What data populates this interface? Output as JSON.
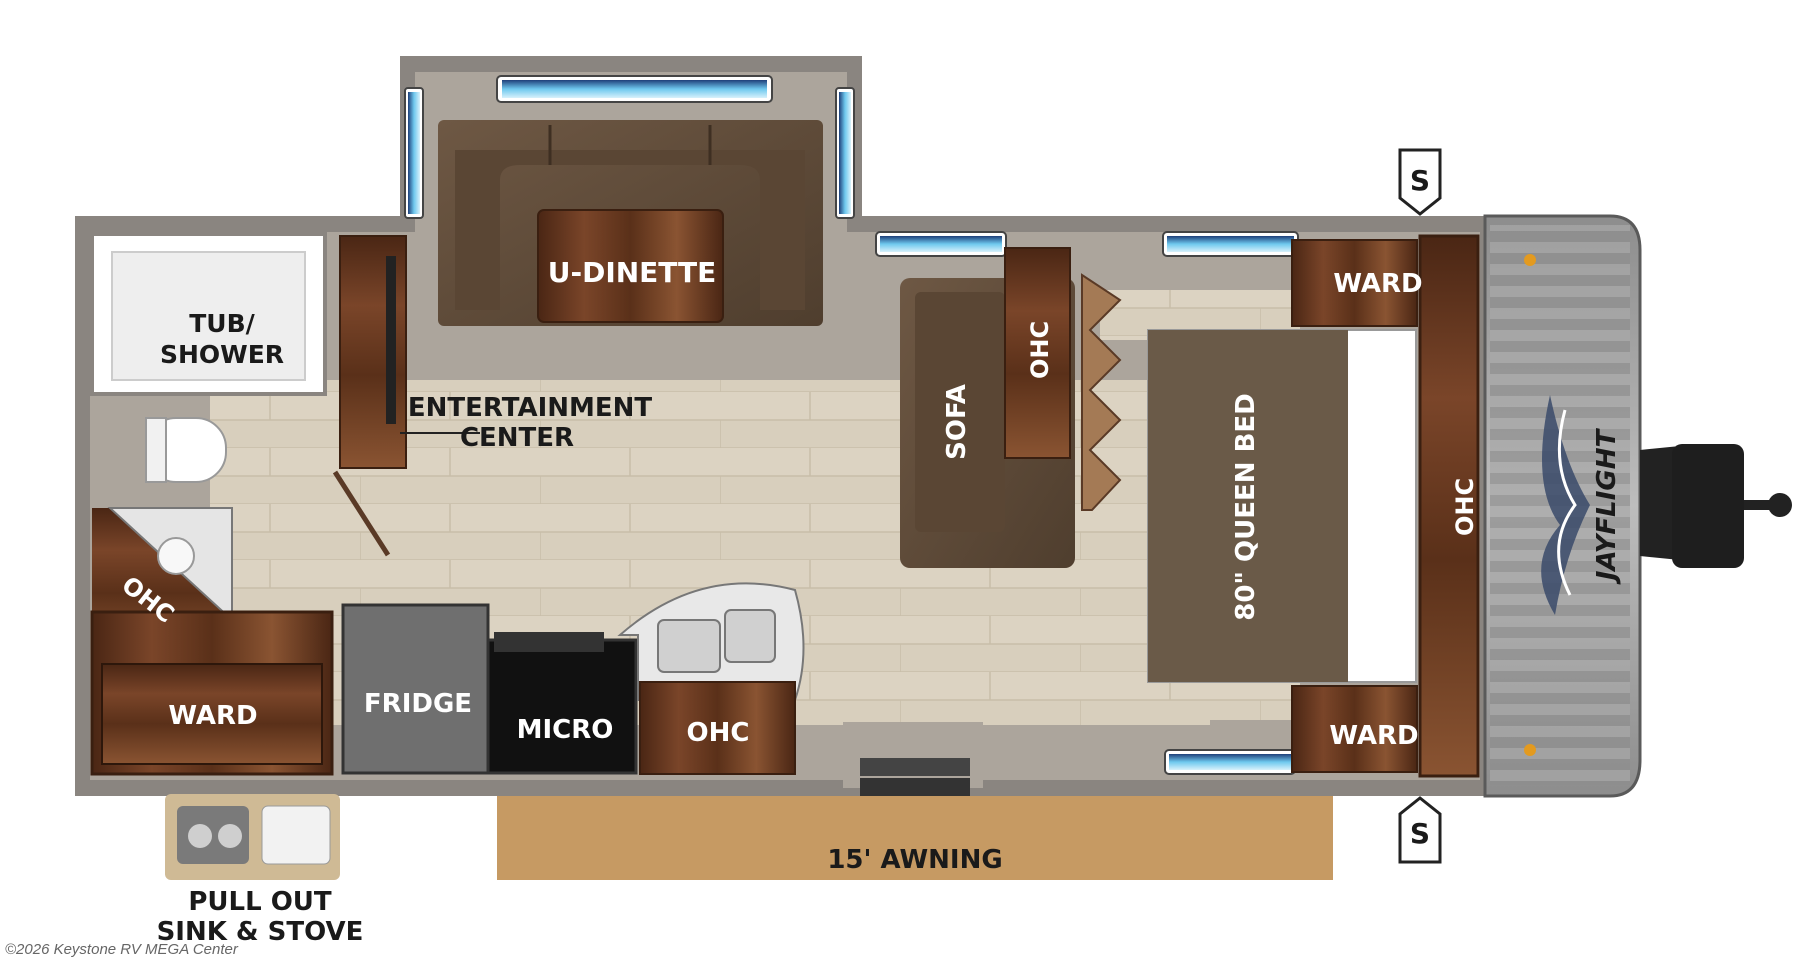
{
  "labels": {
    "tub_shower_line1": "TUB/",
    "tub_shower_line2": "SHOWER",
    "u_dinette": "U-DINETTE",
    "entertainment_line1": "ENTERTAINMENT",
    "entertainment_line2": "CENTER",
    "sofa": "SOFA",
    "ohc_front": "OHC",
    "queen_bed": "80\" QUEEN BED",
    "ward_top": "WARD",
    "ward_bottom": "WARD",
    "ohc_bedroom": "OHC",
    "ohc_bath": "OHC",
    "ward_bath": "WARD",
    "fridge": "FRIDGE",
    "micro": "MICRO",
    "ohc_kitchen": "OHC",
    "awning": "15' AWNING",
    "pull_out_line1": "PULL OUT",
    "pull_out_line2": "SINK & STOVE",
    "stabilizer_top": "S",
    "stabilizer_bottom": "S",
    "logo_text": "JAYFLIGHT",
    "copyright": "©2026 Keystone RV MEGA Center"
  },
  "colors": {
    "wall": "#8a8580",
    "floor": "#d6ccb8",
    "carpet": "#aca59c",
    "sofa_brown": "#5e4a38",
    "bed_brown": "#6a5a48",
    "wood": "#6e3e22",
    "appliance_gray": "#6f6f6f",
    "microwave_black": "#111111",
    "awning_tan": "#c69a63",
    "window_blue": "#6ec8ee"
  }
}
